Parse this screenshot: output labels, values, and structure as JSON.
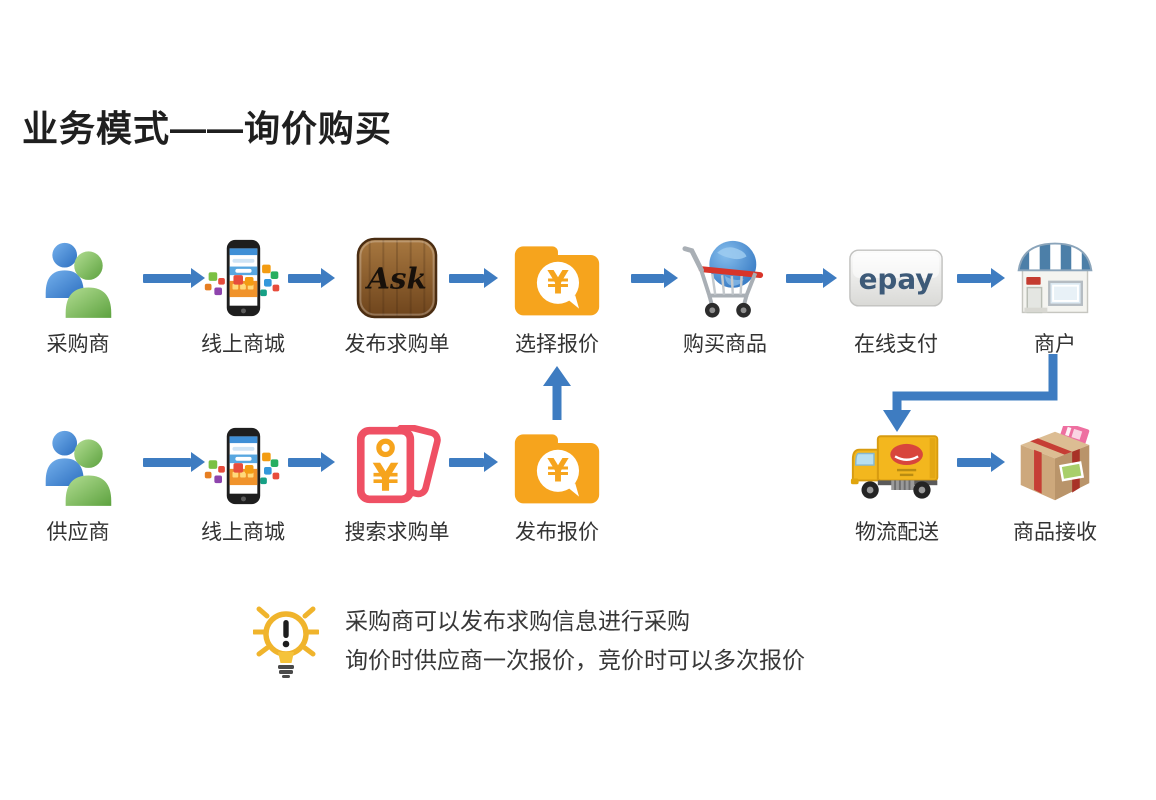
{
  "title": "业务模式——询价购买",
  "flow": {
    "row1": [
      {
        "label": "采购商",
        "icon": "buyers-icon"
      },
      {
        "label": "线上商城",
        "icon": "phone-mall-icon"
      },
      {
        "label": "发布求购单",
        "icon": "ask-app-icon"
      },
      {
        "label": "选择报价",
        "icon": "quote-folder-icon"
      },
      {
        "label": "购买商品",
        "icon": "cart-globe-icon"
      },
      {
        "label": "在线支付",
        "icon": "epay-button-icon"
      },
      {
        "label": "商户",
        "icon": "storefront-icon"
      }
    ],
    "row2": [
      {
        "label": "供应商",
        "icon": "buyers-icon"
      },
      {
        "label": "线上商城",
        "icon": "phone-mall-icon"
      },
      {
        "label": "搜索求购单",
        "icon": "price-tags-icon"
      },
      {
        "label": "发布报价",
        "icon": "quote-folder-icon"
      },
      {
        "label": "物流配送",
        "icon": "delivery-truck-icon"
      },
      {
        "label": "商品接收",
        "icon": "package-box-icon"
      }
    ]
  },
  "icon_texts": {
    "ask": "Ask",
    "epay": "epay",
    "yen": "¥"
  },
  "note": {
    "line1": "采购商可以发布求购信息进行采购",
    "line2": "询价时供应商一次报价，竞价时可以多次报价"
  },
  "colors": {
    "arrow_blue": "#3e7cc1",
    "folder_orange": "#f6a41d",
    "tag_red": "#ef5064",
    "truck_yellow": "#f3b71e",
    "bulb_yellow": "#f0b42c",
    "epay_text": "#3d5a78"
  }
}
